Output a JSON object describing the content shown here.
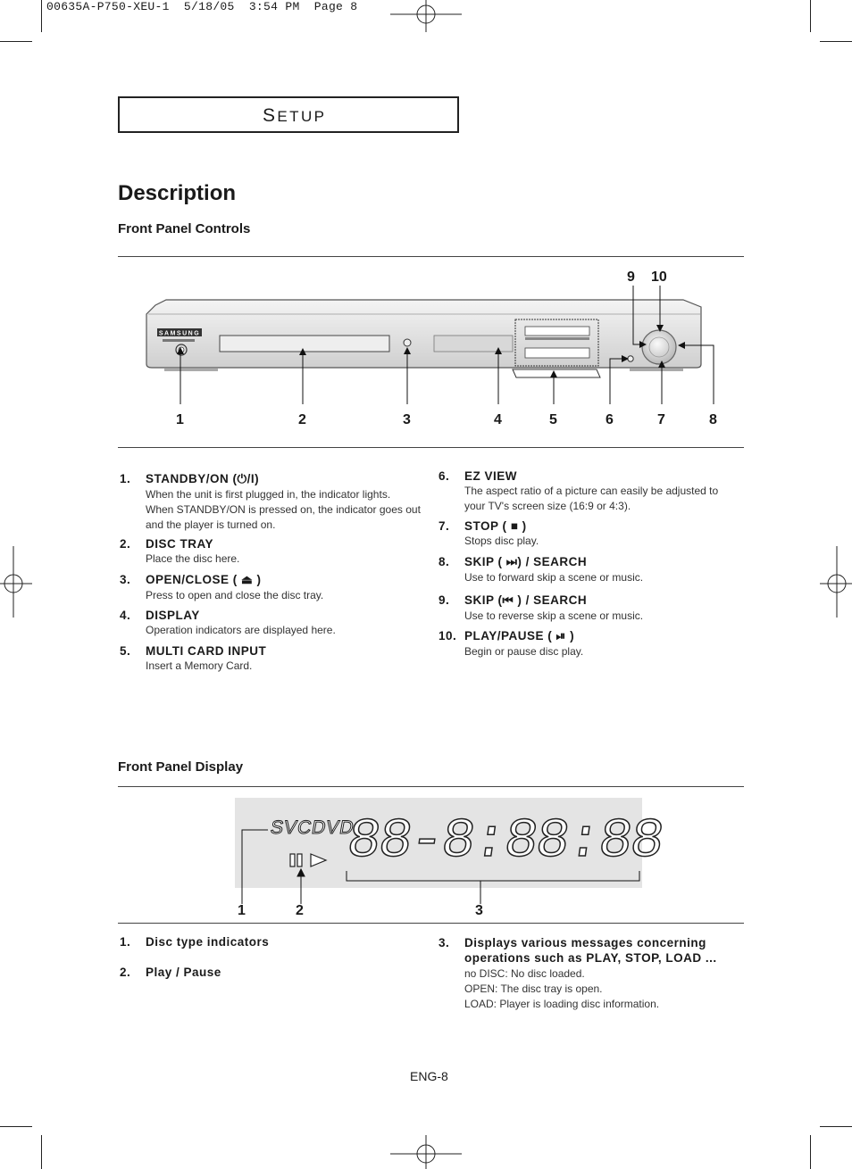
{
  "print_header": "00635A-P750-XEU-1  5/18/05  3:54 PM  Page 8",
  "section": {
    "first": "S",
    "rest": "ETUP"
  },
  "title": "Description",
  "front_controls": {
    "heading": "Front Panel Controls",
    "brand": "SAMSUNG",
    "callouts": [
      "1",
      "2",
      "3",
      "4",
      "5",
      "6",
      "7",
      "8",
      "9",
      "10"
    ],
    "items_left": [
      {
        "num": "1.",
        "title": "STANDBY/ON (⏻/I)",
        "desc": [
          "When the unit is first plugged in, the indicator lights.",
          "When STANDBY/ON is pressed on, the indicator goes out",
          "and the player is turned on."
        ]
      },
      {
        "num": "2.",
        "title": "DISC TRAY",
        "desc": [
          "Place the disc here."
        ]
      },
      {
        "num": "3.",
        "title": "OPEN/CLOSE ( ⏏ )",
        "desc": [
          "Press to open and close the disc tray."
        ]
      },
      {
        "num": "4.",
        "title": "DISPLAY",
        "desc": [
          "Operation indicators are displayed here."
        ]
      },
      {
        "num": "5.",
        "title": "MULTI CARD INPUT",
        "desc": [
          "Insert a Memory Card."
        ]
      }
    ],
    "items_right": [
      {
        "num": "6.",
        "title": "EZ VIEW",
        "desc": [
          "The aspect ratio of a picture can easily be adjusted to",
          "your TV's screen size (16:9 or 4:3)."
        ]
      },
      {
        "num": "7.",
        "title": "STOP ( ■ )",
        "desc": [
          "Stops disc play."
        ]
      },
      {
        "num": "8.",
        "title": "SKIP ( ⏭) / SEARCH",
        "desc": [
          "Use to forward skip a scene or music."
        ]
      },
      {
        "num": "9.",
        "title": "SKIP (⏮ ) / SEARCH",
        "desc": [
          "Use to reverse skip a scene or music."
        ]
      },
      {
        "num": "10.",
        "title": "PLAY/PAUSE ( ⏯ )",
        "desc": [
          "Begin or pause disc play."
        ]
      }
    ]
  },
  "front_display": {
    "heading": "Front Panel Display",
    "disc_indicator": "SVCDVD",
    "segment_text": "88-8:88:88",
    "callouts": [
      "1",
      "2",
      "3"
    ],
    "items": [
      {
        "num": "1.",
        "title": "Disc type indicators",
        "desc": []
      },
      {
        "num": "2.",
        "title": "Play / Pause",
        "desc": []
      },
      {
        "num": "3.",
        "title": "Displays various messages concerning operations such as PLAY, STOP, LOAD ...",
        "desc": [
          "no DISC: No disc loaded.",
          "OPEN: The disc tray is open.",
          "LOAD: Player is loading disc information."
        ]
      }
    ]
  },
  "page_label": "ENG-8"
}
